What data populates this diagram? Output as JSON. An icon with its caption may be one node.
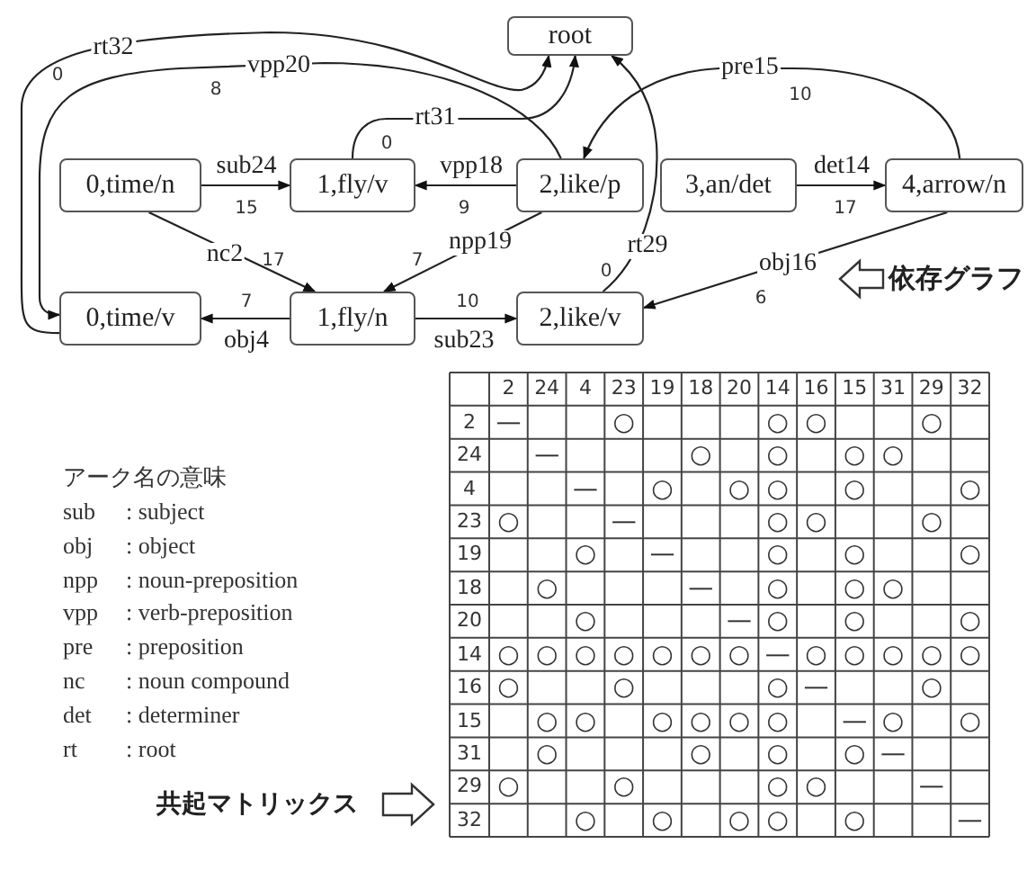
{
  "diagram": {
    "nodes": [
      {
        "text": [
          "root"
        ]
      },
      {
        "text": [
          "0,time/n"
        ]
      },
      {
        "text": [
          "1,fly/v"
        ]
      },
      {
        "text": [
          "2,like/p"
        ]
      },
      {
        "text": [
          "3,an/det"
        ]
      },
      {
        "text": [
          "4,arrow/n"
        ]
      },
      {
        "text": [
          "0,time/v"
        ]
      },
      {
        "text": [
          "1,fly/n"
        ]
      },
      {
        "text": [
          "2,like/v"
        ]
      }
    ],
    "edges": [
      {
        "from": 6,
        "to": 0,
        "arrow": "to",
        "label": "rt32"
      },
      {
        "from": 3,
        "to": 6,
        "arrow": "to",
        "label": "vpp20"
      },
      {
        "from": 2,
        "to": 0,
        "arrow": "to",
        "label": "rt31"
      },
      {
        "from": 5,
        "to": 3,
        "arrow": "to",
        "label": "pre15"
      },
      {
        "from": 1,
        "to": 2,
        "arrow": "to",
        "label": "sub24"
      },
      {
        "from": 3,
        "to": 2,
        "arrow": "to",
        "label": "vpp18"
      },
      {
        "from": 4,
        "to": 5,
        "arrow": "to",
        "label": "det14"
      },
      {
        "from": 1,
        "to": 7,
        "arrow": "to",
        "label": "nc2"
      },
      {
        "from": 3,
        "to": 7,
        "arrow": "to",
        "label": "npp19"
      },
      {
        "from": 8,
        "to": 0,
        "arrow": "to",
        "label": "rt29"
      },
      {
        "from": 5,
        "to": 8,
        "arrow": "to",
        "label": "obj16"
      },
      {
        "from": 7,
        "to": 6,
        "arrow": "to",
        "label": "obj4"
      },
      {
        "from": 7,
        "to": 8,
        "arrow": "to",
        "label": "sub23"
      }
    ],
    "labels": [
      "0",
      "8",
      "10",
      "0",
      "15",
      "9",
      "17",
      "17",
      "7",
      "0",
      "7",
      "10",
      "6",
      "依存グラフ",
      "2",
      "24",
      "4",
      "23",
      "19",
      "18",
      "20",
      "14",
      "16",
      "15",
      "31",
      "29",
      "32",
      "2",
      "—",
      "○",
      "○",
      "○",
      "○",
      "24",
      "—",
      "○",
      "○",
      "○",
      "○",
      "4",
      "—",
      "○",
      "○",
      "○",
      "○",
      "○",
      "23",
      "○",
      "—",
      "○",
      "○",
      "○",
      "19",
      "○",
      "—",
      "○",
      "○",
      "○",
      "18",
      "○",
      "—",
      "○",
      "○",
      "○",
      "20",
      "○",
      "—",
      "○",
      "○",
      "○",
      "14",
      "○",
      "○",
      "○",
      "○",
      "○",
      "○",
      "○",
      "—",
      "○",
      "○",
      "○",
      "○",
      "○",
      "16",
      "○",
      "○",
      "○",
      "—",
      "○",
      "15",
      "○",
      "○",
      "○",
      "○",
      "○",
      "○",
      "—",
      "○",
      "○",
      "31",
      "○",
      "○",
      "○",
      "○",
      "—",
      "29",
      "○",
      "○",
      "○",
      "○",
      "—",
      "32",
      "○",
      "○",
      "○",
      "○",
      "○",
      "—",
      "アーク名の意味",
      "sub",
      ": subject",
      "obj",
      ": object",
      "npp",
      ": noun-preposition",
      "vpp",
      ": verb-preposition",
      "pre",
      ": preposition",
      "nc",
      ": noun compound",
      "det",
      ": determiner",
      "rt",
      ": root",
      "共起マトリックス"
    ]
  }
}
